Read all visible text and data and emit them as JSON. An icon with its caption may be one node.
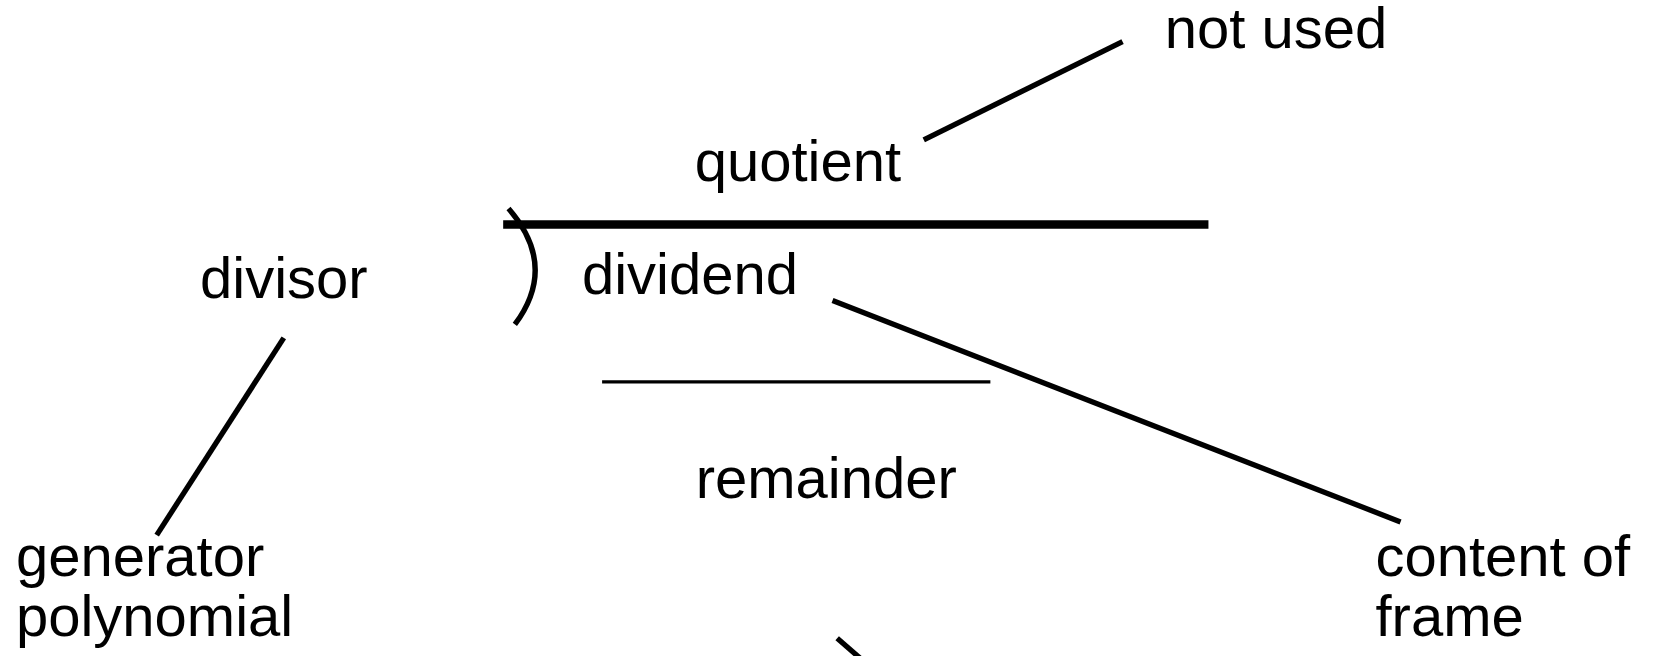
{
  "diagram": {
    "nodes": [
      {
        "text": [
          "not used"
        ]
      },
      {
        "text": [
          "quotient"
        ]
      },
      {
        "text": [
          "divisor"
        ]
      },
      {
        "text": [
          "dividend"
        ]
      },
      {
        "text": [
          "remainder"
        ]
      },
      {
        "text": [
          "generator polynomial"
        ]
      },
      {
        "text": [
          "content of frame"
        ]
      }
    ],
    "edges": [
      {
        "from": 5,
        "to": 2,
        "arrow": "none"
      },
      {
        "from": 6,
        "to": 3,
        "arrow": "none"
      },
      {
        "from": 0,
        "to": 1,
        "arrow": "none"
      }
    ]
  }
}
